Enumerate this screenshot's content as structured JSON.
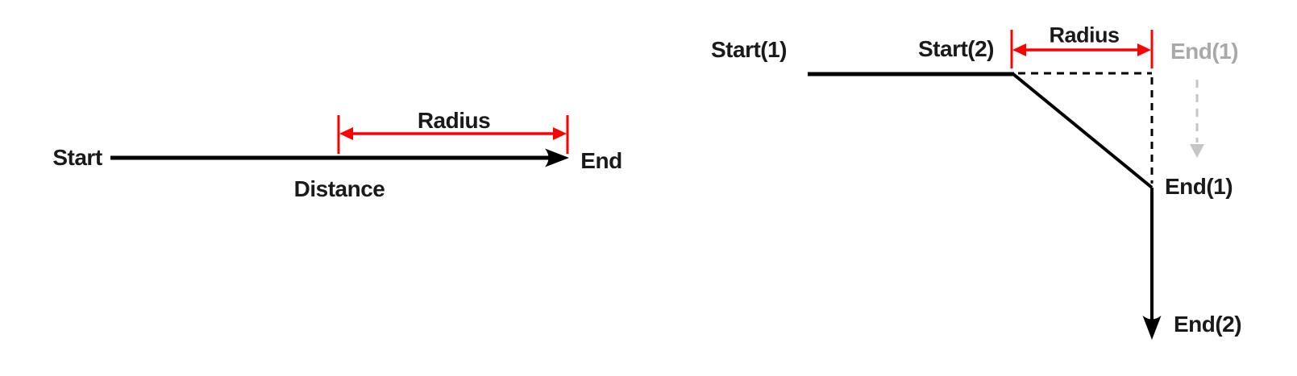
{
  "figure": {
    "description": "Two path diagrams comparing a straight distance with a radius-trimmed bent path"
  },
  "colors": {
    "background": "#ffffff",
    "ink": "#000000",
    "text": "#1a1a1a",
    "accent_red": "#ff0000",
    "ghost_text_gray": "#a9a9a9",
    "ghost_arrow_gray": "#c6c6c6"
  },
  "left_diagram": {
    "start_label": "Start",
    "end_label": "End",
    "distance_label": "Distance",
    "radius_label": "Radius"
  },
  "right_diagram": {
    "start1_label": "Start(1)",
    "start2_label": "Start(2)",
    "radius_label": "Radius",
    "end1_ghost_label": "End(1)",
    "end1_label": "End(1)",
    "end2_label": "End(2)"
  }
}
